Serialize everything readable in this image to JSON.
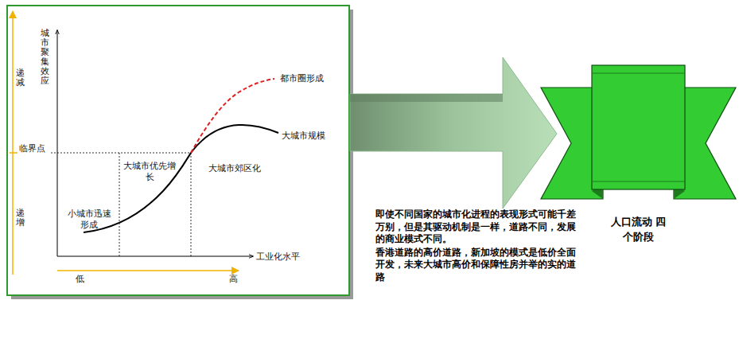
{
  "diagram": {
    "nodes": [
      {
        "text": [
          "人口流动 四个阶段"
        ]
      }
    ],
    "labels": [
      "城市聚集效应",
      "递减",
      "临界点",
      "递增",
      "小城市迅速形成",
      "大城市优先增长",
      "大城市郊区化",
      "都市圈形成",
      "大城市规模",
      "工业化水平",
      "低",
      "高",
      "即使不同国家的城市化进程的表现形式可能千差万别，但是其驱动机制是一样，道路不同，发展的商业模式不同。",
      "香港道路的高价道路，新加坡的模式是低价全面开发，未来大城市高价和保障性房并举的实的道路"
    ]
  }
}
